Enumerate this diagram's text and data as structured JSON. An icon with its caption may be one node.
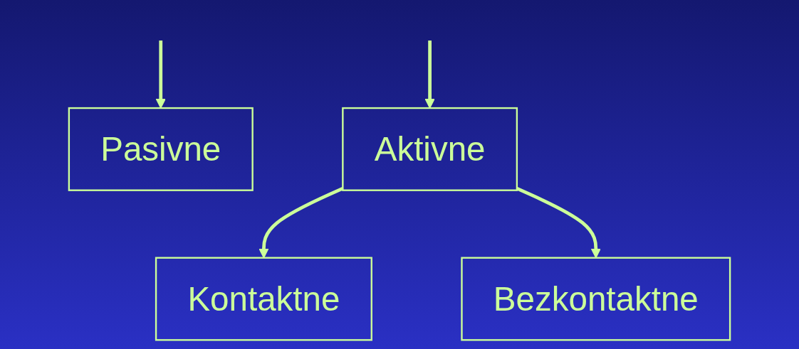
{
  "diagram": {
    "nodes": [
      {
        "text": [
          "Pasivne"
        ]
      },
      {
        "text": [
          "Aktivne"
        ]
      },
      {
        "text": [
          "Kontaktne"
        ]
      },
      {
        "text": [
          "Bezkontaktne"
        ]
      }
    ],
    "edges": [
      {
        "from": null,
        "to": 0,
        "arrow": "to"
      },
      {
        "from": null,
        "to": 1,
        "arrow": "to"
      },
      {
        "from": 1,
        "to": 2,
        "arrow": "to"
      },
      {
        "from": 1,
        "to": 3,
        "arrow": "to"
      }
    ]
  }
}
